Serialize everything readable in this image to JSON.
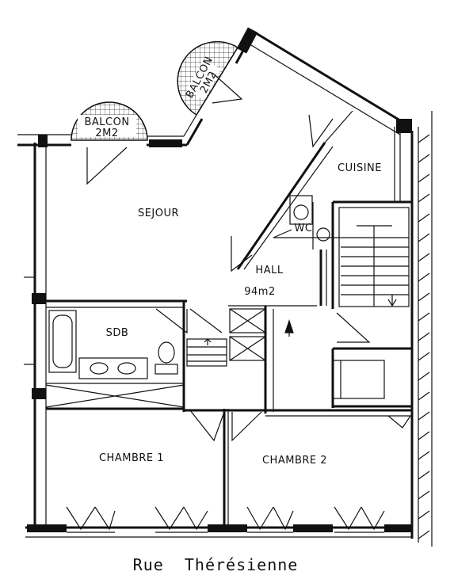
{
  "rooms": {
    "sejour": "SEJOUR",
    "cuisine": "CUISINE",
    "wc": "WC",
    "hall": "HALL",
    "area": "94m2",
    "sdb": "SDB",
    "chambre1": "CHAMBRE 1",
    "chambre2": "CHAMBRE 2"
  },
  "balconies": {
    "left_name": "BALCON",
    "left_area": "2M2",
    "right_name": "BALCON",
    "right_area": "2M2"
  },
  "street": "Rue  Thérésienne"
}
